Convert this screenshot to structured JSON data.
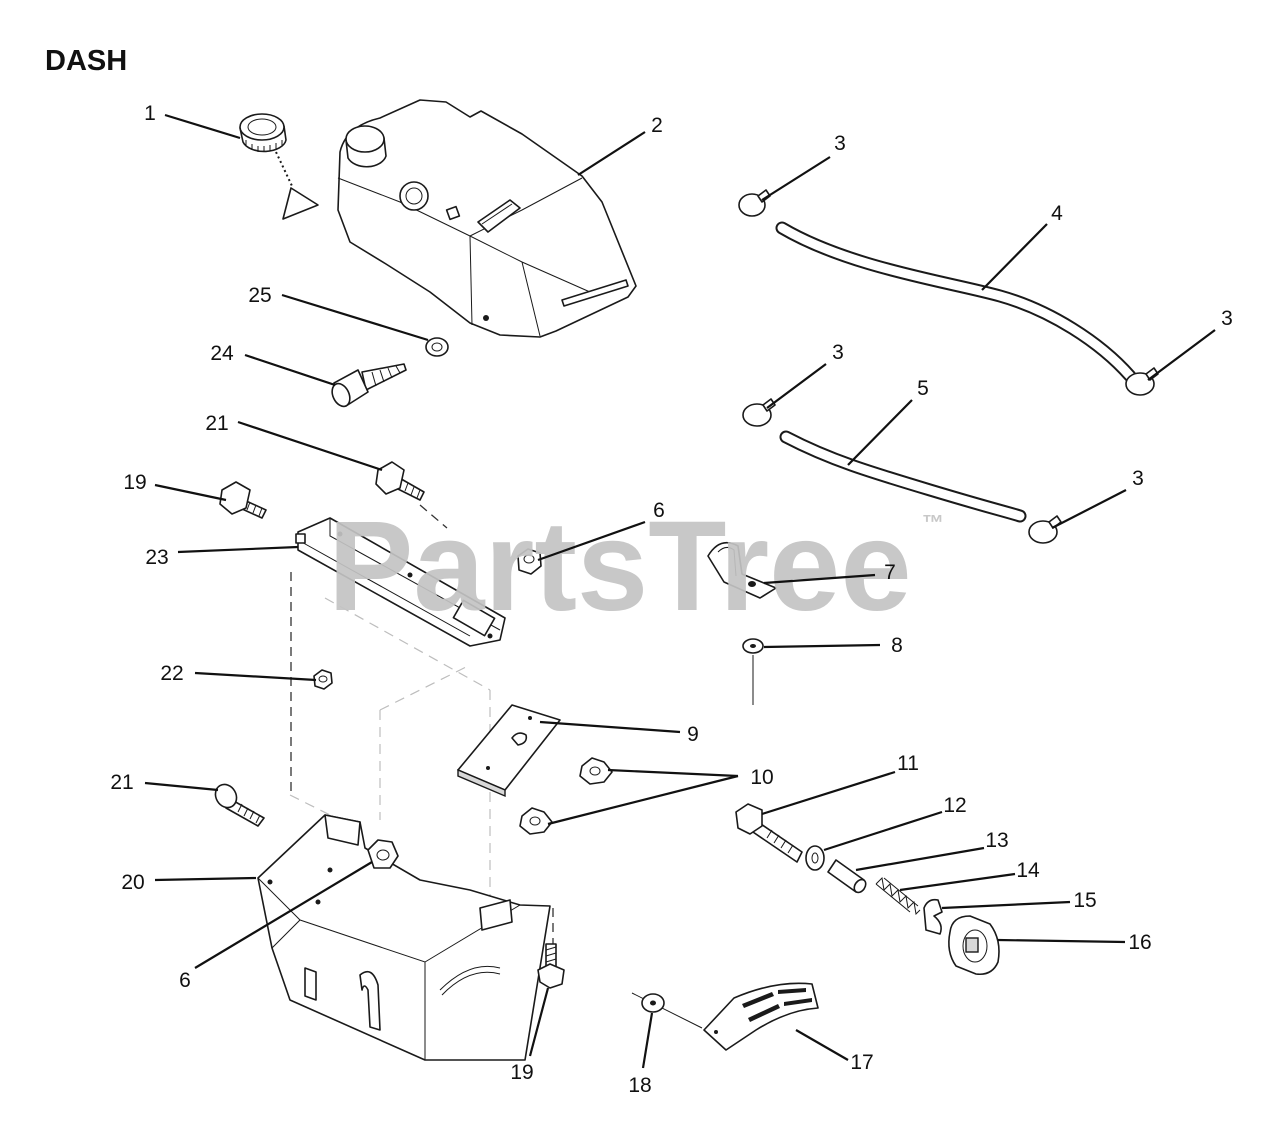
{
  "title": "DASH",
  "watermark": {
    "text": "PartsTree",
    "tm": "™"
  },
  "callouts": [
    "1",
    "2",
    "3",
    "4",
    "3",
    "25",
    "24",
    "3",
    "5",
    "3",
    "21",
    "19",
    "6",
    "23",
    "7",
    "8",
    "22",
    "9",
    "10",
    "11",
    "12",
    "13",
    "14",
    "15",
    "16",
    "21",
    "20",
    "6",
    "19",
    "18",
    "17"
  ]
}
